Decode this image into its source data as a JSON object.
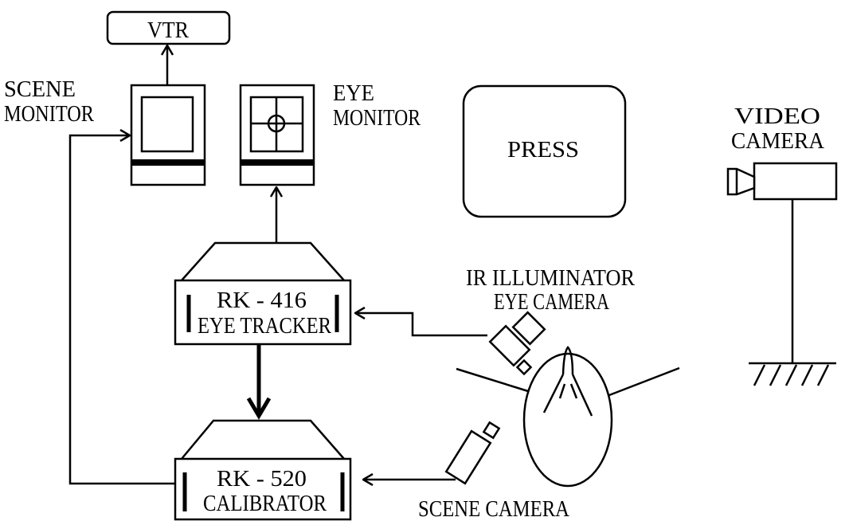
{
  "colors": {
    "line": "#000000",
    "background": "#ffffff"
  },
  "vtr": {
    "label": "VTR"
  },
  "scene_monitor": {
    "label_line1": "SCENE",
    "label_line2": "MONITOR"
  },
  "eye_monitor": {
    "label_line1": "EYE",
    "label_line2": "MONITOR"
  },
  "press": {
    "label": "PRESS"
  },
  "video_camera": {
    "label_line1": "VIDEO",
    "label_line2": "CAMERA"
  },
  "ir_eye_camera": {
    "label_line1": "IR ILLUMINATOR",
    "label_line2": "EYE CAMERA"
  },
  "eye_tracker": {
    "label_line1": "RK - 416",
    "label_line2": "EYE TRACKER"
  },
  "calibrator": {
    "label_line1": "RK - 520",
    "label_line2": "CALIBRATOR"
  },
  "scene_camera": {
    "label": "SCENE CAMERA"
  }
}
